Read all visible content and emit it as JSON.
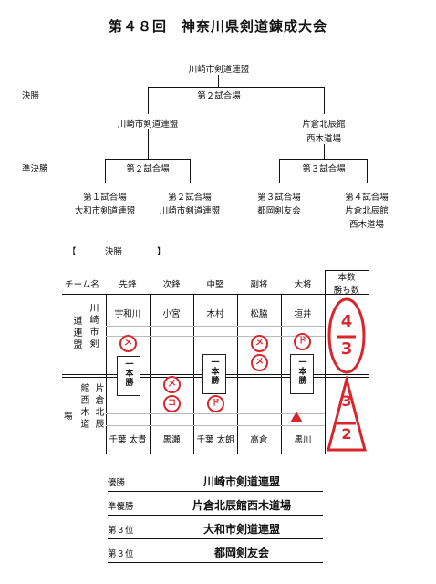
{
  "title": "第４８回　神奈川県剣道錬成大会",
  "bracket": {
    "champion_top": "川崎市剣道連盟",
    "row_final": "決勝",
    "row_semi": "準決勝",
    "final_court": "第２試合場",
    "final_left": "川崎市剣道連盟",
    "final_right_1": "片倉北辰館",
    "final_right_2": "西木道場",
    "semi_left_court": "第２試合場",
    "semi_right_court": "第３試合場",
    "q1_court": "第１試合場",
    "q1_team": "大和市剣道連盟",
    "q2_court": "第２試合場",
    "q2_team": "川崎市剣道連盟",
    "q3_court": "第３試合場",
    "q3_team": "都岡剣友会",
    "q4_court": "第４試合場",
    "q4_team_1": "片倉北辰館",
    "q4_team_2": "西木道場"
  },
  "final": {
    "bracket_open": "【",
    "label": "決勝",
    "bracket_close": "】",
    "header_team": "チーム名",
    "positions": [
      "先鋒",
      "次鋒",
      "中堅",
      "副将",
      "大将"
    ],
    "score_header_1": "本数",
    "score_header_2": "勝ち数",
    "team1_name_col1": "川崎市剣",
    "team1_name_col2": "道連盟",
    "team1_players": [
      "宇和川",
      "小宮",
      "木村",
      "松脇",
      "垣井"
    ],
    "team2_name_col1": "片倉北辰",
    "team2_name_col2": "館西木道",
    "team2_extra": "場",
    "team2_players": [
      "千葉 太貴",
      "黒瀬",
      "千葉 太朗",
      "高倉",
      "黒川"
    ],
    "ippon_text": "一本勝",
    "marks": {
      "men": "メ",
      "kote": "コ",
      "do": "ド"
    },
    "team1_score_top": "4",
    "team1_score_bottom": "3",
    "team2_score_top": "3",
    "team2_score_bottom": "2",
    "colors": {
      "red": "#d8262b"
    }
  },
  "results": [
    {
      "rank": "優勝",
      "team": "川崎市剣道連盟"
    },
    {
      "rank": "準優勝",
      "team": "片倉北辰館西木道場"
    },
    {
      "rank": "第３位",
      "team": "大和市剣道連盟"
    },
    {
      "rank": "第３位",
      "team": "都岡剣友会"
    }
  ]
}
